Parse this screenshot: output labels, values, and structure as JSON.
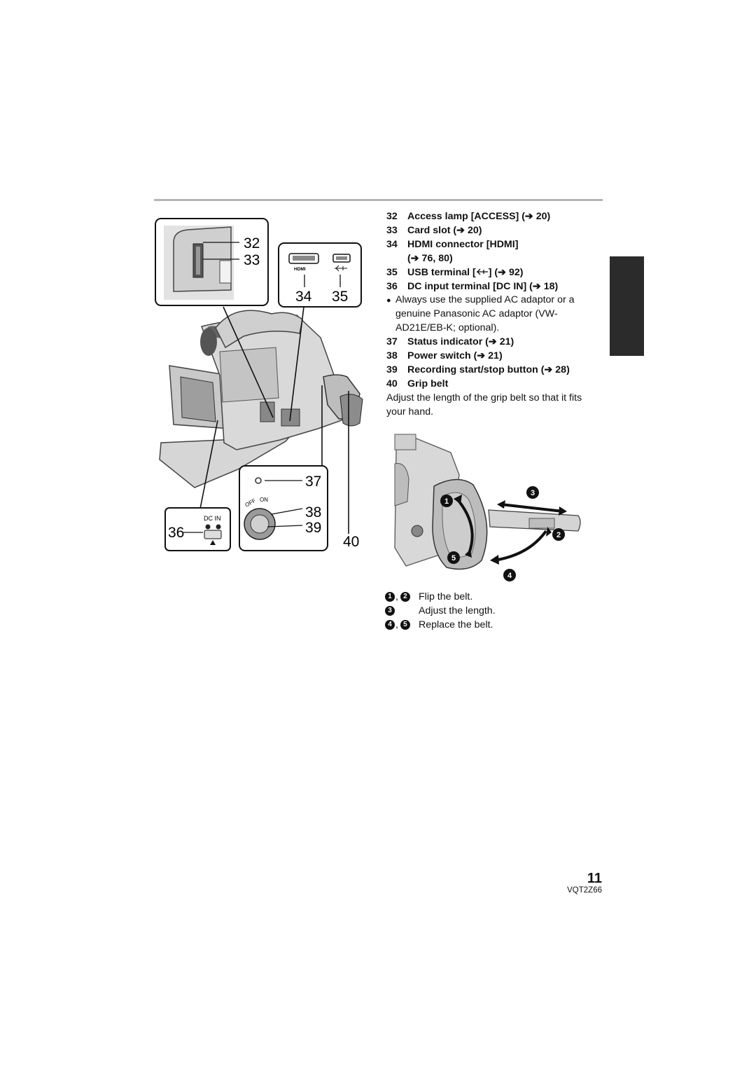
{
  "colors": {
    "rule": "#b4b4b4",
    "side_tab": "#2b2b2b",
    "text": "#111111"
  },
  "callouts": {
    "c32": "32",
    "c33": "33",
    "c34": "34",
    "c35": "35",
    "c36": "36",
    "c37": "37",
    "c38": "38",
    "c39": "39",
    "c40": "40",
    "hdmi_label": "HDMI",
    "dcin_label": "DC IN",
    "switch_off": "OFF",
    "switch_on": "ON"
  },
  "items": [
    {
      "num": "32",
      "text": "Access lamp [ACCESS] (➔ 20)"
    },
    {
      "num": "33",
      "text": "Card slot (➔ 20)"
    },
    {
      "num": "34",
      "text": "HDMI connector [HDMI]"
    },
    {
      "cont": "(➔ 76, 80)"
    },
    {
      "num": "35",
      "pre": "USB terminal [",
      "post": "] (➔ 92)",
      "icon": "usb-icon"
    },
    {
      "num": "36",
      "text": "DC input terminal [DC IN] (➔ 18)"
    },
    {
      "note": "Always use the supplied AC adaptor or a genuine Panasonic AC adaptor (VW-AD21E/EB-K; optional)."
    },
    {
      "num": "37",
      "text": "Status indicator (➔ 21)"
    },
    {
      "num": "38",
      "text": "Power switch (➔ 21)"
    },
    {
      "num": "39",
      "text": "Recording start/stop button (➔ 28)"
    },
    {
      "num": "40",
      "text": "Grip belt"
    },
    {
      "para": "Adjust the length of the grip belt so that it fits your hand."
    }
  ],
  "note_bullet": "●",
  "belt_markers": {
    "m1": "1",
    "m2": "2",
    "m3": "3",
    "m4": "4",
    "m5": "5"
  },
  "steps": [
    {
      "keys": [
        "1",
        "2"
      ],
      "text": "Flip the belt."
    },
    {
      "keys": [
        "3"
      ],
      "text": "Adjust the length."
    },
    {
      "keys": [
        "4",
        "5"
      ],
      "text": "Replace the belt."
    }
  ],
  "page_number": "11",
  "doc_code": "VQT2Z66"
}
